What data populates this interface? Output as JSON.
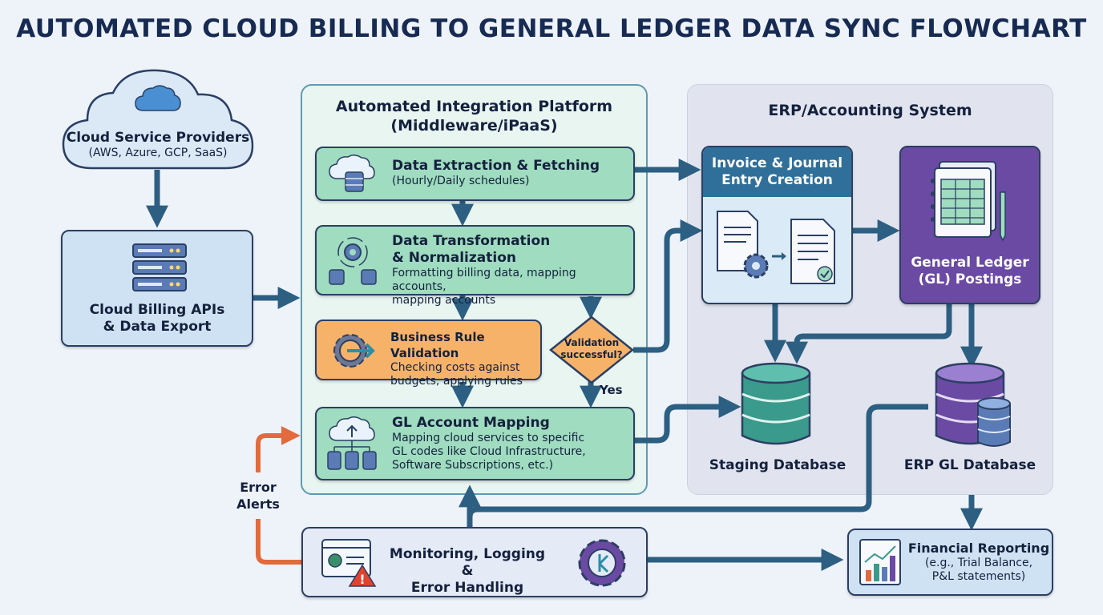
{
  "title": "AUTOMATED CLOUD BILLING TO GENERAL LEDGER DATA SYNC FLOWCHART",
  "cloud_providers": {
    "title": "Cloud Service Providers",
    "subtitle": "(AWS, Azure, GCP, SaaS)"
  },
  "billing_apis": {
    "line1": "Cloud Billing APIs",
    "line2": "& Data Export"
  },
  "platform": {
    "title_line1": "Automated Integration Platform",
    "title_line2": "(Middleware/iPaaS)"
  },
  "extraction": {
    "title": "Data Extraction & Fetching",
    "desc": "(Hourly/Daily schedules)"
  },
  "transformation": {
    "title_line1": "Data Transformation",
    "title_line2": "& Normalization",
    "desc_line1": "Formatting billing data, mapping accounts,",
    "desc_line2": "mapping accounts"
  },
  "validation": {
    "title": "Business Rule Validation",
    "desc_line1": "Checking costs against",
    "desc_line2": "budgets, applying rules"
  },
  "decision": {
    "line1": "Validation",
    "line2": "successful?",
    "yes_label": "Yes"
  },
  "gl_mapping": {
    "title": "GL Account Mapping",
    "desc_line1": "Mapping cloud services to specific",
    "desc_line2": "GL codes like Cloud Infrastructure,",
    "desc_line3": "Software Subscriptions, etc.)"
  },
  "error_alerts": {
    "line1": "Error",
    "line2": "Alerts"
  },
  "monitoring": {
    "line1": "Monitoring, Logging &",
    "line2": "Error Handling"
  },
  "erp": {
    "title": "ERP/Accounting System"
  },
  "invoice": {
    "line1": "Invoice & Journal",
    "line2": "Entry Creation"
  },
  "gl_postings": {
    "line1": "General Ledger",
    "line2": "(GL) Postings"
  },
  "staging_db": {
    "label": "Staging Database"
  },
  "erp_gl_db": {
    "label": "ERP GL Database"
  },
  "financial_reporting": {
    "title": "Financial Reporting",
    "desc_line1": "(e.g., Trial Balance,",
    "desc_line2": "P&L statements)"
  },
  "icons": [
    "cloud-icon",
    "server-icon",
    "database-icon",
    "gear-icon",
    "document-icon",
    "spreadsheet-icon",
    "warning-icon",
    "bar-chart-icon"
  ],
  "colors": {
    "title": "#162a52",
    "arrow": "#2c5f82",
    "error_arrow": "#e26a3d",
    "green": "#9fdcc0",
    "orange": "#f7b26a",
    "purple": "#6b4aa4",
    "invoice_header": "#2f6f9a"
  }
}
